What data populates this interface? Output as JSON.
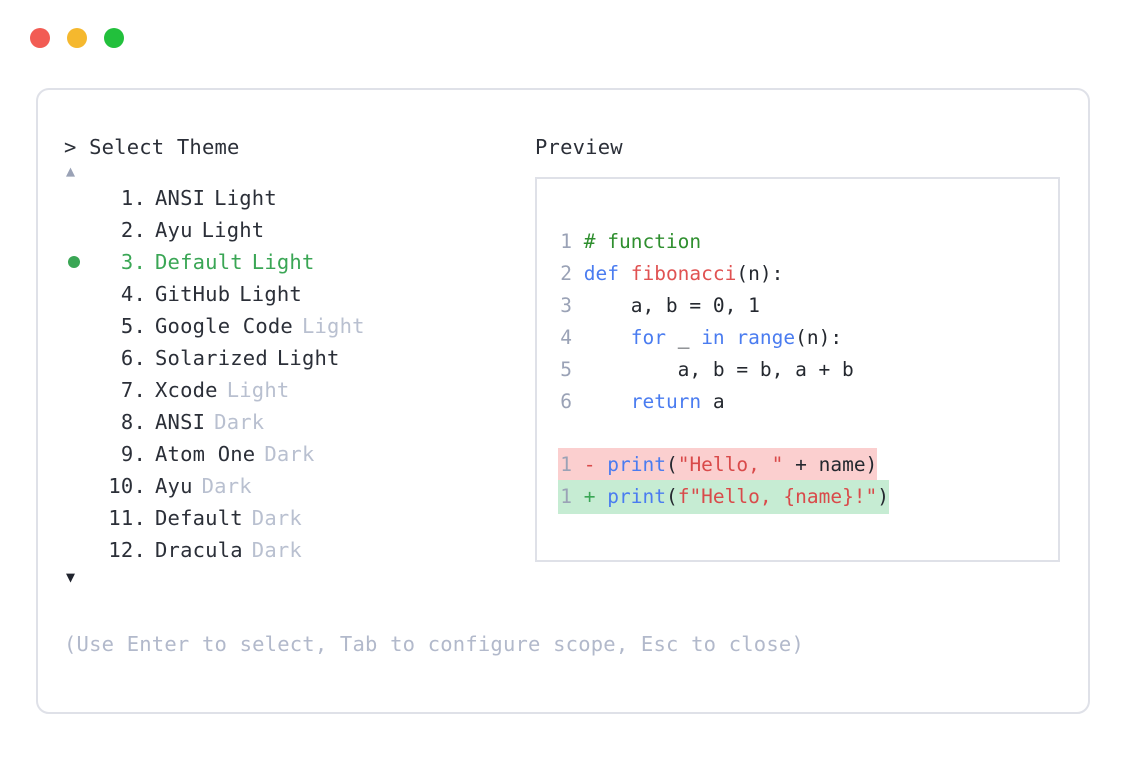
{
  "window": {
    "traffic_lights": [
      {
        "name": "close",
        "color": "#f25c54"
      },
      {
        "name": "minimize",
        "color": "#f5b82e"
      },
      {
        "name": "maximize",
        "color": "#22c03c"
      }
    ]
  },
  "left_panel": {
    "prompt": "> Select Theme",
    "scroll_up_icon": "▲",
    "scroll_down_icon": "▼",
    "selected_index": 3,
    "selected_color": "#3aa655",
    "themes": [
      {
        "index": "1.",
        "name": "ANSI",
        "variant": "Light",
        "variant_dim": false,
        "selected": false
      },
      {
        "index": "2.",
        "name": "Ayu",
        "variant": "Light",
        "variant_dim": false,
        "selected": false
      },
      {
        "index": "3.",
        "name": "Default",
        "variant": "Light",
        "variant_dim": false,
        "selected": true
      },
      {
        "index": "4.",
        "name": "GitHub",
        "variant": "Light",
        "variant_dim": false,
        "selected": false
      },
      {
        "index": "5.",
        "name": "Google Code",
        "variant": "Light",
        "variant_dim": true,
        "selected": false
      },
      {
        "index": "6.",
        "name": "Solarized",
        "variant": "Light",
        "variant_dim": false,
        "selected": false
      },
      {
        "index": "7.",
        "name": "Xcode",
        "variant": "Light",
        "variant_dim": true,
        "selected": false
      },
      {
        "index": "8.",
        "name": "ANSI",
        "variant": "Dark",
        "variant_dim": true,
        "selected": false
      },
      {
        "index": "9.",
        "name": "Atom One",
        "variant": "Dark",
        "variant_dim": true,
        "selected": false
      },
      {
        "index": "10.",
        "name": "Ayu",
        "variant": "Dark",
        "variant_dim": true,
        "selected": false
      },
      {
        "index": "11.",
        "name": "Default",
        "variant": "Dark",
        "variant_dim": true,
        "selected": false
      },
      {
        "index": "12.",
        "name": "Dracula",
        "variant": "Dark",
        "variant_dim": true,
        "selected": false
      }
    ]
  },
  "footer": {
    "hint": "(Use Enter to select, Tab to configure scope, Esc to close)"
  },
  "preview": {
    "label": "Preview",
    "code_lines": [
      {
        "num": "1",
        "tokens": [
          {
            "t": "# function",
            "c": "com"
          }
        ]
      },
      {
        "num": "2",
        "tokens": [
          {
            "t": "def ",
            "c": "kw"
          },
          {
            "t": "fibonacci",
            "c": "fn"
          },
          {
            "t": "(n):",
            "c": "pln"
          }
        ]
      },
      {
        "num": "3",
        "tokens": [
          {
            "t": "    a, b = ",
            "c": "pln"
          },
          {
            "t": "0",
            "c": "num"
          },
          {
            "t": ", ",
            "c": "pln"
          },
          {
            "t": "1",
            "c": "num"
          }
        ]
      },
      {
        "num": "4",
        "tokens": [
          {
            "t": "    ",
            "c": "pln"
          },
          {
            "t": "for",
            "c": "kw"
          },
          {
            "t": " _ ",
            "c": "pln"
          },
          {
            "t": "in",
            "c": "kw"
          },
          {
            "t": " ",
            "c": "pln"
          },
          {
            "t": "range",
            "c": "bi"
          },
          {
            "t": "(n):",
            "c": "pln"
          }
        ]
      },
      {
        "num": "5",
        "tokens": [
          {
            "t": "        a, b = b, a + b",
            "c": "pln"
          }
        ]
      },
      {
        "num": "6",
        "tokens": [
          {
            "t": "    ",
            "c": "pln"
          },
          {
            "t": "return",
            "c": "kw"
          },
          {
            "t": " a",
            "c": "pln"
          }
        ]
      }
    ],
    "diff_lines": [
      {
        "kind": "del",
        "num": "1",
        "marker": "-",
        "bg": "#fbcfcf",
        "tokens": [
          {
            "t": "print",
            "c": "bi"
          },
          {
            "t": "(",
            "c": "pln"
          },
          {
            "t": "\"Hello, \"",
            "c": "str"
          },
          {
            "t": " + name)",
            "c": "pln"
          }
        ]
      },
      {
        "kind": "add",
        "num": "1",
        "marker": "+",
        "bg": "#c6ecd3",
        "tokens": [
          {
            "t": "print",
            "c": "bi"
          },
          {
            "t": "(",
            "c": "pln"
          },
          {
            "t": "f\"Hello, {name}!\"",
            "c": "str"
          },
          {
            "t": ")",
            "c": "pln"
          }
        ]
      }
    ],
    "syntax_colors": {
      "comment": "#2f8f2f",
      "keyword": "#4a7cf0",
      "function": "#e05252",
      "string": "#d94a4a",
      "plain": "#24282f",
      "line_number": "#9aa2b6"
    }
  }
}
